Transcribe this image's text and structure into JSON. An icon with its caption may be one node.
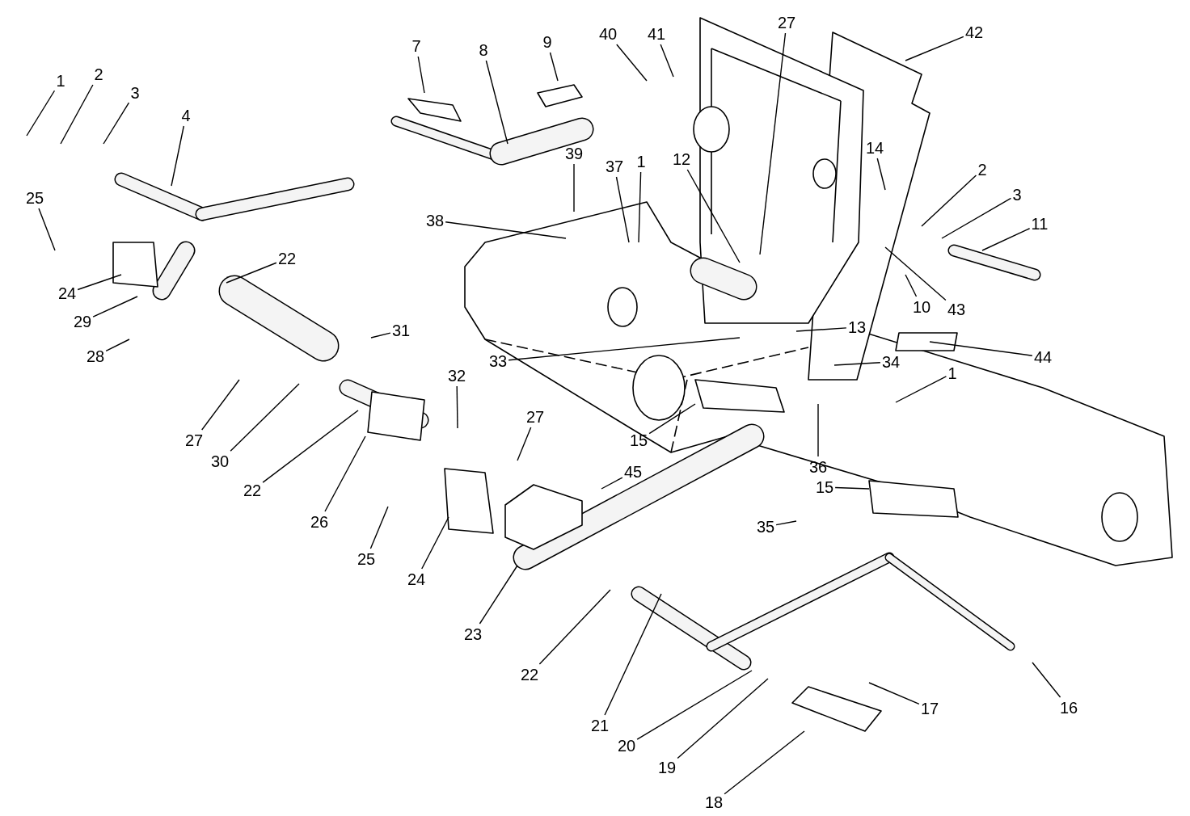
{
  "diagram": {
    "nodes": [
      {
        "text": [
          "1"
        ]
      },
      {
        "text": [
          "2"
        ]
      },
      {
        "text": [
          "3"
        ]
      },
      {
        "text": [
          "4"
        ]
      },
      {
        "text": [
          "7"
        ]
      },
      {
        "text": [
          "8"
        ]
      },
      {
        "text": [
          "9"
        ]
      },
      {
        "text": [
          "40"
        ]
      },
      {
        "text": [
          "41"
        ]
      },
      {
        "text": [
          "27"
        ]
      },
      {
        "text": [
          "42"
        ]
      },
      {
        "text": [
          "12"
        ]
      },
      {
        "text": [
          "14"
        ]
      },
      {
        "text": [
          "39"
        ]
      },
      {
        "text": [
          "37"
        ]
      },
      {
        "text": [
          "1"
        ]
      },
      {
        "text": [
          "2"
        ]
      },
      {
        "text": [
          "3"
        ]
      },
      {
        "text": [
          "25"
        ]
      },
      {
        "text": [
          "38"
        ]
      },
      {
        "text": [
          "11"
        ]
      },
      {
        "text": [
          "22"
        ]
      },
      {
        "text": [
          "24"
        ]
      },
      {
        "text": [
          "10"
        ]
      },
      {
        "text": [
          "43"
        ]
      },
      {
        "text": [
          "29"
        ]
      },
      {
        "text": [
          "31"
        ]
      },
      {
        "text": [
          "13"
        ]
      },
      {
        "text": [
          "28"
        ]
      },
      {
        "text": [
          "44"
        ]
      },
      {
        "text": [
          "33"
        ]
      },
      {
        "text": [
          "34"
        ]
      },
      {
        "text": [
          "1"
        ]
      },
      {
        "text": [
          "32"
        ]
      },
      {
        "text": [
          "27"
        ]
      },
      {
        "text": [
          "15"
        ]
      },
      {
        "text": [
          "27"
        ]
      },
      {
        "text": [
          "30"
        ]
      },
      {
        "text": [
          "36"
        ]
      },
      {
        "text": [
          "45"
        ]
      },
      {
        "text": [
          "15"
        ]
      },
      {
        "text": [
          "22"
        ]
      },
      {
        "text": [
          "26"
        ]
      },
      {
        "text": [
          "35"
        ]
      },
      {
        "text": [
          "25"
        ]
      },
      {
        "text": [
          "24"
        ]
      },
      {
        "text": [
          "23"
        ]
      },
      {
        "text": [
          "22"
        ]
      },
      {
        "text": [
          "16"
        ]
      },
      {
        "text": [
          "17"
        ]
      },
      {
        "text": [
          "21"
        ]
      },
      {
        "text": [
          "20"
        ]
      },
      {
        "text": [
          "19"
        ]
      },
      {
        "text": [
          "18"
        ]
      }
    ],
    "edges": [
      {
        "from": 0,
        "to": null,
        "arrow": "none"
      },
      {
        "from": 1,
        "to": null,
        "arrow": "none"
      },
      {
        "from": 2,
        "to": null,
        "arrow": "none"
      },
      {
        "from": 3,
        "to": null,
        "arrow": "none"
      },
      {
        "from": 4,
        "to": null,
        "arrow": "none"
      },
      {
        "from": 5,
        "to": null,
        "arrow": "none"
      },
      {
        "from": 6,
        "to": null,
        "arrow": "none"
      },
      {
        "from": 7,
        "to": null,
        "arrow": "none"
      },
      {
        "from": 8,
        "to": null,
        "arrow": "none"
      },
      {
        "from": 9,
        "to": null,
        "arrow": "none"
      },
      {
        "from": 10,
        "to": null,
        "arrow": "none"
      },
      {
        "from": 11,
        "to": null,
        "arrow": "none"
      },
      {
        "from": 12,
        "to": null,
        "arrow": "none"
      },
      {
        "from": 13,
        "to": null,
        "arrow": "none"
      },
      {
        "from": 14,
        "to": null,
        "arrow": "none"
      },
      {
        "from": 15,
        "to": null,
        "arrow": "none"
      },
      {
        "from": 16,
        "to": null,
        "arrow": "none"
      },
      {
        "from": 17,
        "to": null,
        "arrow": "none"
      },
      {
        "from": 18,
        "to": null,
        "arrow": "none"
      },
      {
        "from": 19,
        "to": null,
        "arrow": "none"
      },
      {
        "from": 20,
        "to": null,
        "arrow": "none"
      },
      {
        "from": 21,
        "to": null,
        "arrow": "none"
      },
      {
        "from": 22,
        "to": null,
        "arrow": "none"
      },
      {
        "from": 23,
        "to": null,
        "arrow": "none"
      },
      {
        "from": 24,
        "to": null,
        "arrow": "none"
      },
      {
        "from": 25,
        "to": null,
        "arrow": "none"
      },
      {
        "from": 26,
        "to": null,
        "arrow": "none"
      },
      {
        "from": 27,
        "to": null,
        "arrow": "none"
      },
      {
        "from": 28,
        "to": null,
        "arrow": "none"
      },
      {
        "from": 29,
        "to": null,
        "arrow": "none"
      },
      {
        "from": 30,
        "to": null,
        "arrow": "none"
      },
      {
        "from": 31,
        "to": null,
        "arrow": "none"
      },
      {
        "from": 32,
        "to": null,
        "arrow": "none"
      },
      {
        "from": 33,
        "to": null,
        "arrow": "none"
      },
      {
        "from": 34,
        "to": null,
        "arrow": "none"
      },
      {
        "from": 35,
        "to": null,
        "arrow": "none"
      },
      {
        "from": 36,
        "to": null,
        "arrow": "none"
      },
      {
        "from": 37,
        "to": null,
        "arrow": "none"
      },
      {
        "from": 38,
        "to": null,
        "arrow": "none"
      },
      {
        "from": 39,
        "to": null,
        "arrow": "none"
      },
      {
        "from": 40,
        "to": null,
        "arrow": "none"
      },
      {
        "from": 41,
        "to": null,
        "arrow": "none"
      },
      {
        "from": 42,
        "to": null,
        "arrow": "none"
      },
      {
        "from": 43,
        "to": null,
        "arrow": "none"
      },
      {
        "from": 44,
        "to": null,
        "arrow": "none"
      },
      {
        "from": 45,
        "to": null,
        "arrow": "none"
      },
      {
        "from": 46,
        "to": null,
        "arrow": "none"
      },
      {
        "from": 47,
        "to": null,
        "arrow": "none"
      },
      {
        "from": 48,
        "to": null,
        "arrow": "none"
      },
      {
        "from": 49,
        "to": null,
        "arrow": "none"
      },
      {
        "from": 50,
        "to": null,
        "arrow": "none"
      },
      {
        "from": 51,
        "to": null,
        "arrow": "none"
      },
      {
        "from": 52,
        "to": null,
        "arrow": "none"
      },
      {
        "from": 53,
        "to": null,
        "arrow": "none"
      }
    ]
  }
}
